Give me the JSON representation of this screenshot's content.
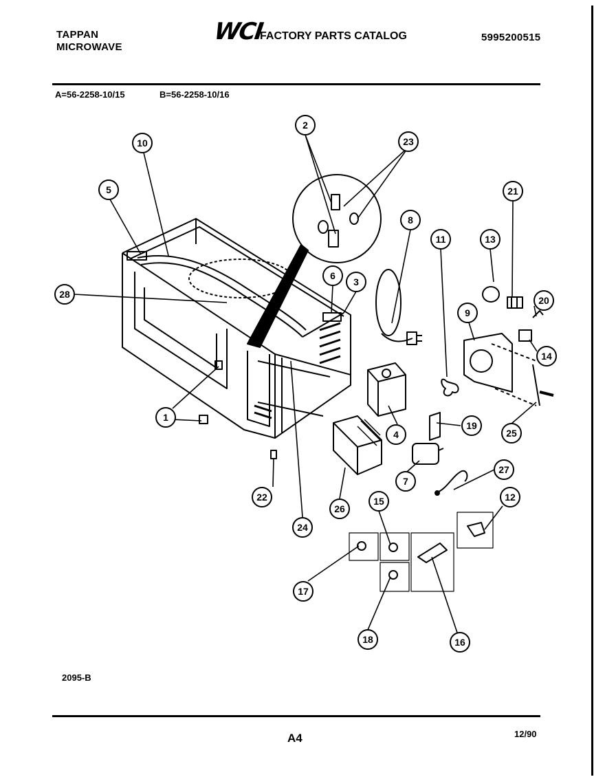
{
  "header": {
    "brand_line1": "TAPPAN",
    "brand_line2": "MICROWAVE",
    "logo": "WCI",
    "catalog_title": "FACTORY PARTS CATALOG",
    "part_number": "5995200515"
  },
  "models": {
    "a": "A=56-2258-10/15",
    "b": "B=56-2258-10/16"
  },
  "callouts": [
    "1",
    "2",
    "3",
    "4",
    "5",
    "6",
    "7",
    "8",
    "9",
    "10",
    "11",
    "12",
    "13",
    "14",
    "15",
    "16",
    "17",
    "18",
    "19",
    "20",
    "21",
    "22",
    "23",
    "24",
    "25",
    "26",
    "27",
    "28"
  ],
  "footer": {
    "drawing_code": "2095-B",
    "page_label": "A4",
    "date": "12/90"
  }
}
